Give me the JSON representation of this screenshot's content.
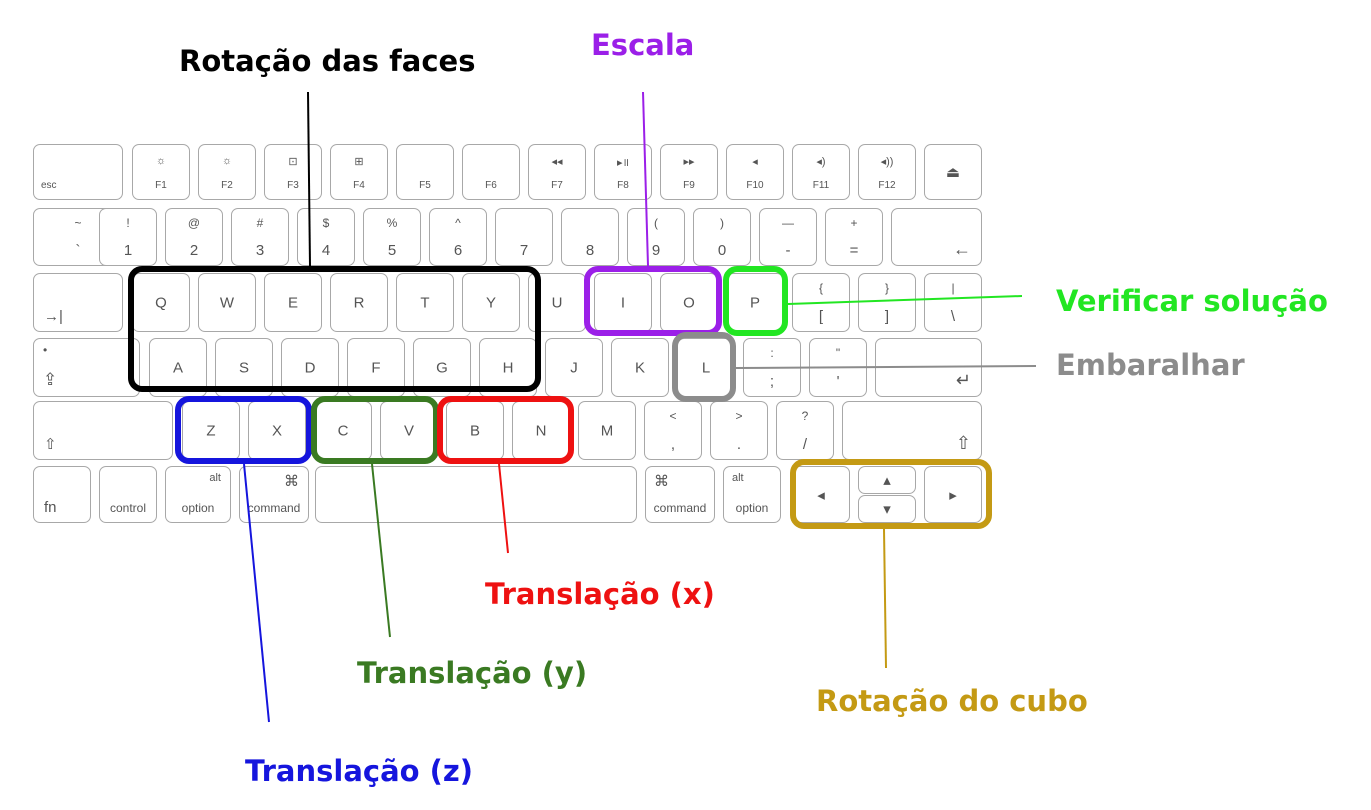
{
  "keyboard": {
    "rows": [
      [
        {
          "main": "esc",
          "style": "fn-left"
        },
        {
          "icon": "☼",
          "main": "F1",
          "style": "fn"
        },
        {
          "icon": "☼",
          "main": "F2",
          "style": "fn"
        },
        {
          "icon": "⊡",
          "main": "F3",
          "style": "fn"
        },
        {
          "icon": "⊞",
          "main": "F4",
          "style": "fn"
        },
        {
          "main": "F5",
          "style": "fn"
        },
        {
          "main": "F6",
          "style": "fn"
        },
        {
          "icon": "◂◂",
          "main": "F7",
          "style": "fn"
        },
        {
          "icon": "▸॥",
          "main": "F8",
          "style": "fn"
        },
        {
          "icon": "▸▸",
          "main": "F9",
          "style": "fn"
        },
        {
          "icon": "◂",
          "main": "F10",
          "style": "fn"
        },
        {
          "icon": "◂)",
          "main": "F11",
          "style": "fn"
        },
        {
          "icon": "◂))",
          "main": "F12",
          "style": "fn"
        },
        {
          "main": "⏏",
          "style": "center"
        }
      ],
      [
        {
          "top": "~",
          "bottom": "`",
          "style": "dual"
        },
        {
          "top": "!",
          "bottom": "1",
          "style": "dual"
        },
        {
          "top": "@",
          "bottom": "2",
          "style": "dual"
        },
        {
          "top": "#",
          "bottom": "3",
          "style": "dual"
        },
        {
          "top": "$",
          "bottom": "4",
          "style": "dual"
        },
        {
          "top": "%",
          "bottom": "5",
          "style": "dual"
        },
        {
          "top": "^",
          "bottom": "6",
          "style": "dual"
        },
        {
          "top": "",
          "bottom": "7",
          "style": "dual"
        },
        {
          "top": "",
          "bottom": "8",
          "style": "dual"
        },
        {
          "top": "(",
          "bottom": "9",
          "style": "dual"
        },
        {
          "top": ")",
          "bottom": "0",
          "style": "dual"
        },
        {
          "top": "—",
          "bottom": "-",
          "style": "dual"
        },
        {
          "top": "+",
          "bottom": "=",
          "style": "dual"
        },
        {
          "main": "←",
          "style": "bottom-right"
        }
      ],
      [
        {
          "main": "→|",
          "style": "bottom-left"
        },
        {
          "main": "Q",
          "style": "center"
        },
        {
          "main": "W",
          "style": "center"
        },
        {
          "main": "E",
          "style": "center"
        },
        {
          "main": "R",
          "style": "center"
        },
        {
          "main": "T",
          "style": "center"
        },
        {
          "main": "Y",
          "style": "center"
        },
        {
          "main": "U",
          "style": "center"
        },
        {
          "main": "I",
          "style": "center"
        },
        {
          "main": "O",
          "style": "center"
        },
        {
          "main": "P",
          "style": "center"
        },
        {
          "top": "{",
          "bottom": "[",
          "style": "dual"
        },
        {
          "top": "}",
          "bottom": "]",
          "style": "dual"
        },
        {
          "top": "|",
          "bottom": "\\",
          "style": "dual"
        }
      ],
      [
        {
          "icon": "•",
          "main": "⇪",
          "style": "caps"
        },
        {
          "main": "A",
          "style": "center"
        },
        {
          "main": "S",
          "style": "center"
        },
        {
          "main": "D",
          "style": "center"
        },
        {
          "main": "F",
          "style": "center"
        },
        {
          "main": "G",
          "style": "center"
        },
        {
          "main": "H",
          "style": "center"
        },
        {
          "main": "J",
          "style": "center"
        },
        {
          "main": "K",
          "style": "center"
        },
        {
          "main": "L",
          "style": "center"
        },
        {
          "top": ":",
          "bottom": ";",
          "style": "dual"
        },
        {
          "top": "\"",
          "bottom": "'",
          "style": "dual"
        },
        {
          "main": "↵",
          "style": "bottom-right"
        }
      ],
      [
        {
          "main": "⇧",
          "style": "bottom-left"
        },
        {
          "main": "Z",
          "style": "center"
        },
        {
          "main": "X",
          "style": "center"
        },
        {
          "main": "C",
          "style": "center"
        },
        {
          "main": "V",
          "style": "center"
        },
        {
          "main": "B",
          "style": "center"
        },
        {
          "main": "N",
          "style": "center"
        },
        {
          "main": "M",
          "style": "center"
        },
        {
          "top": "<",
          "bottom": ",",
          "style": "dual"
        },
        {
          "top": ">",
          "bottom": ".",
          "style": "dual"
        },
        {
          "top": "?",
          "bottom": "/",
          "style": "dual"
        },
        {
          "main": "⇧",
          "style": "bottom-right"
        }
      ],
      [
        {
          "main": "fn",
          "style": "bottom-left"
        },
        {
          "main": "control",
          "style": "bottom-center"
        },
        {
          "top": "alt",
          "main": "option",
          "style": "mod-right"
        },
        {
          "top": "⌘",
          "main": "command",
          "style": "mod-right"
        },
        {
          "main": "",
          "style": "center"
        },
        {
          "top": "⌘",
          "main": "command",
          "style": "mod-left"
        },
        {
          "top": "alt",
          "main": "option",
          "style": "mod-left"
        },
        {
          "main": "◂",
          "style": "center"
        },
        {
          "main": "▴",
          "style": "center"
        },
        {
          "main": "▾",
          "style": "center"
        },
        {
          "main": "▸",
          "style": "center"
        }
      ]
    ]
  },
  "annotations": [
    {
      "id": "faces",
      "text": "Rotação das faces",
      "color": "#000000"
    },
    {
      "id": "escala",
      "text": "Escala",
      "color": "#9b1fe8"
    },
    {
      "id": "verificar",
      "text": "Verificar solução",
      "color": "#22e622"
    },
    {
      "id": "embaralhar",
      "text": "Embaralhar",
      "color": "#8c8c8c"
    },
    {
      "id": "trans-x",
      "text": "Translação (x)",
      "color": "#ee1111"
    },
    {
      "id": "trans-y",
      "text": "Translação (y)",
      "color": "#3a7a22"
    },
    {
      "id": "trans-z",
      "text": "Translação (z)",
      "color": "#1515dd"
    },
    {
      "id": "rot-cubo",
      "text": "Rotação do cubo",
      "color": "#c49a14"
    }
  ]
}
